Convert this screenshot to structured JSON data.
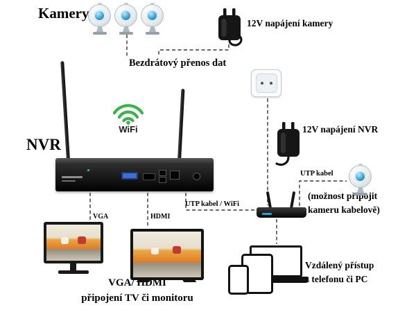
{
  "labels": {
    "cameras_group": "Kamery",
    "camera_power": "12V napájení kamery",
    "wireless_transfer": "Bezdrátový přenos dat",
    "nvr": "NVR",
    "wifi": "WiFi",
    "nvr_power": "12V napájení NVR",
    "utp_cable": "UTP kabel",
    "wired_camera_note": "(možnost připojit\nkameru kabelově)",
    "utp_wifi": "UTP kabel / WiFi",
    "vga": "VGA",
    "hdmi": "HDMI",
    "display_connection_note": "VGA/ HDMI\npřipojení TV či monitoru",
    "remote_access_note": "Vzdálený přístup\nz telefonu či PC"
  },
  "icons": {
    "wireless_camera": "dome-camera-icon",
    "power_adapter": "power-adapter-icon",
    "wall_socket": "wall-socket-icon",
    "wifi_signal": "wifi-signal-icon",
    "nvr_recorder": "nvr-recorder-icon",
    "router": "router-icon",
    "monitor": "monitor-icon",
    "tv": "tv-icon",
    "laptop": "laptop-icon",
    "tablet": "tablet-icon",
    "phone": "smartphone-icon"
  },
  "colors": {
    "camera_lens_blue": "#2f9fd0",
    "wifi_green": "#3db24b",
    "vga_port_blue": "#3f6fd0",
    "connection_line": "#111111",
    "background": "#ffffff",
    "text": "#000000"
  }
}
